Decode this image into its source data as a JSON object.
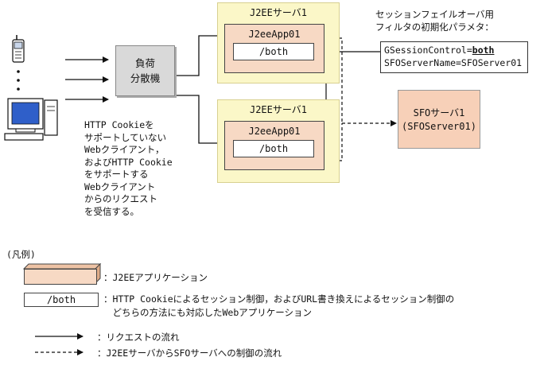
{
  "servers": [
    {
      "title": "J2EEサーバ1",
      "app": "J2eeApp01",
      "path": "/both"
    },
    {
      "title": "J2EEサーバ1",
      "app": "J2eeApp01",
      "path": "/both"
    }
  ],
  "load_balancer": {
    "line1": "負荷",
    "line2": "分散機"
  },
  "sfo_server": {
    "line1": "SFOサーバ1",
    "line2": "(SFOServer01)"
  },
  "filter": {
    "caption_line1": "セッションフェイルオーバ用",
    "caption_line2": "フィルタの初期化パラメタ：",
    "param1_name": "GSessionControl=",
    "param1_value": "both",
    "param2": "SFOServerName=SFOServer01"
  },
  "client_note": [
    "HTTP Cookieを",
    "サポートしていない",
    "Webクライアント，",
    "およびHTTP Cookie",
    "をサポートする",
    "Webクライアント",
    "からのリクエスト",
    "を受信する。"
  ],
  "legend": {
    "heading": "(凡例)",
    "app_label": "：J2EEアプリケーション",
    "path_sample": "/both",
    "path_label_line1": "：HTTP Cookieによるセッション制御，およびURL書き換えによるセッション制御の",
    "path_label_line2": "　どちらの方法にも対応したWebアプリケーション",
    "request_label": "：リクエストの流れ",
    "control_label": "：J2EEサーバからSFOサーバへの制御の流れ"
  }
}
